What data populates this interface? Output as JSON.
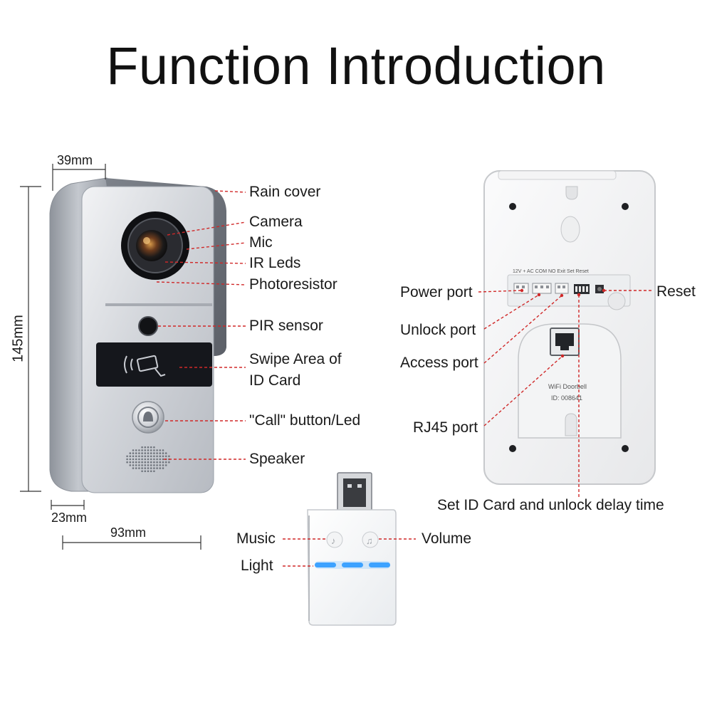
{
  "title": "Function Introduction",
  "doorbell": {
    "labels": {
      "rain_cover": "Rain cover",
      "camera": "Camera",
      "mic": "Mic",
      "ir_leds": "IR Leds",
      "photoresistor": "Photoresistor",
      "pir_sensor": "PIR sensor",
      "swipe_area_line1": "Swipe Area of",
      "swipe_area_line2": "ID Card",
      "call_button": "\"Call\" button/Led",
      "speaker": "Speaker"
    },
    "dimensions": {
      "depth": "39mm",
      "height": "145mm",
      "bottom_depth": "23mm",
      "width": "93mm"
    }
  },
  "back_panel": {
    "labels": {
      "power_port": "Power port",
      "unlock_port": "Unlock port",
      "access_port": "Access port",
      "rj45_port": "RJ45 port",
      "reset": "Reset",
      "set_delay": "Set  ID Card and unlock delay time"
    },
    "board_text": {
      "line1": "WiFi Doorbell",
      "line2": "ID: 008641"
    }
  },
  "chime": {
    "labels": {
      "music": "Music",
      "volume": "Volume",
      "light": "Light"
    }
  },
  "colors": {
    "leader_line": "#d02828",
    "led_blue": "#2f9bff",
    "metal": "#c9ccd2",
    "dark_panel": "#15171c"
  }
}
